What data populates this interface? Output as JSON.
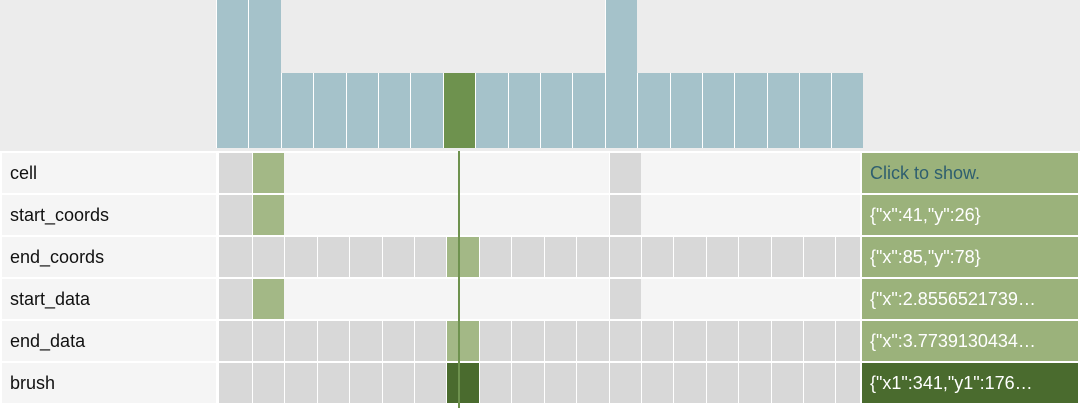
{
  "histogram": {
    "bars": [
      1,
      1,
      0.5,
      0.5,
      0.5,
      0.5,
      0.5,
      0.5,
      0.5,
      0.5,
      0.5,
      0.5,
      1,
      0.5,
      0.5,
      0.5,
      0.5,
      0.5,
      0.5,
      0.5
    ],
    "selected_index": 7
  },
  "rows": [
    {
      "label": "cell",
      "value": "Click to show.",
      "kind": "link"
    },
    {
      "label": "start_coords",
      "value": "{\"x\":41,\"y\":26}",
      "kind": "normal"
    },
    {
      "label": "end_coords",
      "value": "{\"x\":85,\"y\":78}",
      "kind": "normal"
    },
    {
      "label": "start_data",
      "value": "{\"x\":2.8556521739…",
      "kind": "normal"
    },
    {
      "label": "end_data",
      "value": "{\"x\":3.7739130434…",
      "kind": "normal"
    },
    {
      "label": "brush",
      "value": "{\"x1\":341,\"y1\":176…",
      "kind": "dark"
    }
  ]
}
